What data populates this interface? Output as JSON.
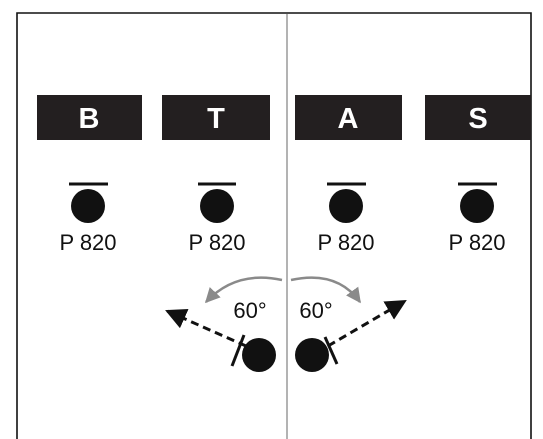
{
  "diagram": {
    "voices": [
      {
        "label": "B",
        "mic_model": "P 820"
      },
      {
        "label": "T",
        "mic_model": "P 820"
      },
      {
        "label": "A",
        "mic_model": "P 820"
      },
      {
        "label": "S",
        "mic_model": "P 820"
      }
    ],
    "angles": {
      "left": "60°",
      "right": "60°"
    },
    "colors": {
      "block_fill": "#231f20",
      "mic_fill": "#111111",
      "arc_stroke": "#8a8a8a",
      "divider_stroke": "#9a9a9a",
      "frame_stroke": "#111111"
    }
  }
}
